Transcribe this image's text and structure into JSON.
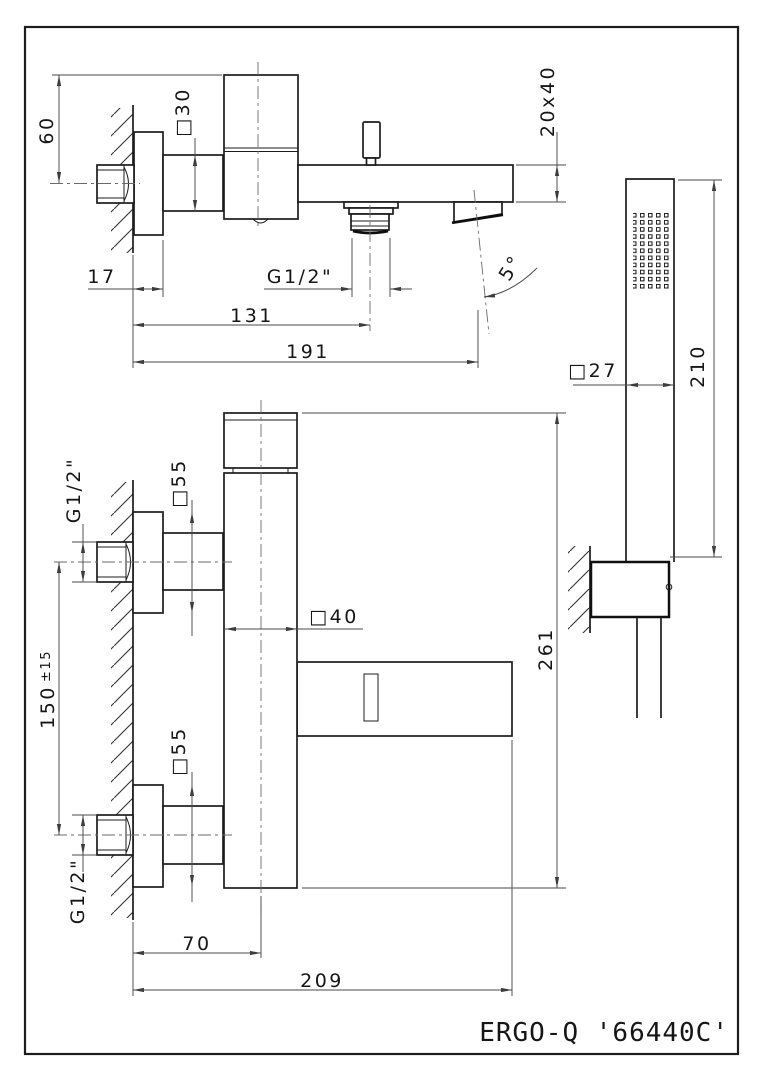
{
  "page": {
    "title": "ERGO-Q '66440C'"
  },
  "side_view": {
    "dim_60": "60",
    "dim_square30": "□30",
    "dim_17": "17",
    "thread_label": "G1/2\"",
    "dim_131": "131",
    "dim_191": "191",
    "dim_20x40": "20x40",
    "dim_angle": "5°"
  },
  "front_view": {
    "thread_top": "G1/2\"",
    "dim_square55_top": "□55",
    "dim_150": "150",
    "dim_150_tol": "±15",
    "dim_square40": "□40",
    "dim_square55_bottom": "□55",
    "thread_bottom": "G1/2\"",
    "dim_261": "261",
    "dim_70": "70",
    "dim_209": "209"
  },
  "hand_shower": {
    "dim_square27": "□27",
    "dim_210": "210"
  }
}
